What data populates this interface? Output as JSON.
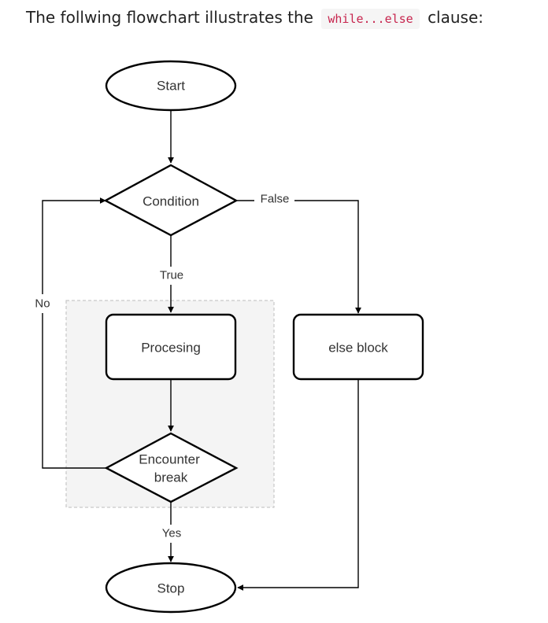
{
  "intro": {
    "before": "The follwing flowchart illustrates the",
    "code": "while...else",
    "after": "clause:"
  },
  "flowchart": {
    "start": "Start",
    "condition": "Condition",
    "processing": "Procesing",
    "else_block": "else block",
    "encounter_line1": "Encounter",
    "encounter_line2": "break",
    "stop": "Stop",
    "label_true": "True",
    "label_false": "False",
    "label_no": "No",
    "label_yes": "Yes"
  }
}
